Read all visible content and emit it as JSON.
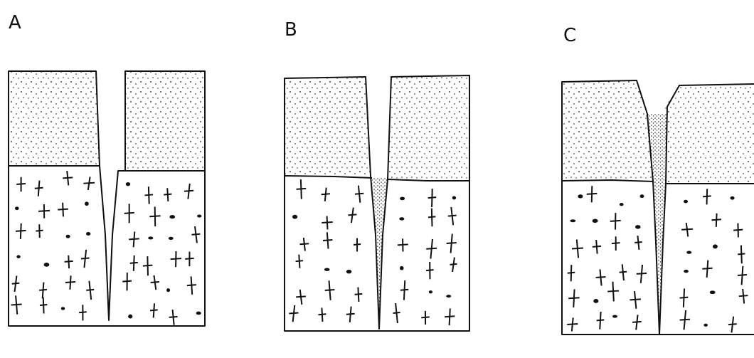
{
  "panels": [
    {
      "label": "A",
      "wedge_fill": "none"
    },
    {
      "label": "B",
      "wedge_fill": "stippled"
    },
    {
      "label": "C",
      "wedge_fill": "stippled"
    }
  ],
  "colors": {
    "ink": "#111111",
    "background": "#ffffff"
  }
}
